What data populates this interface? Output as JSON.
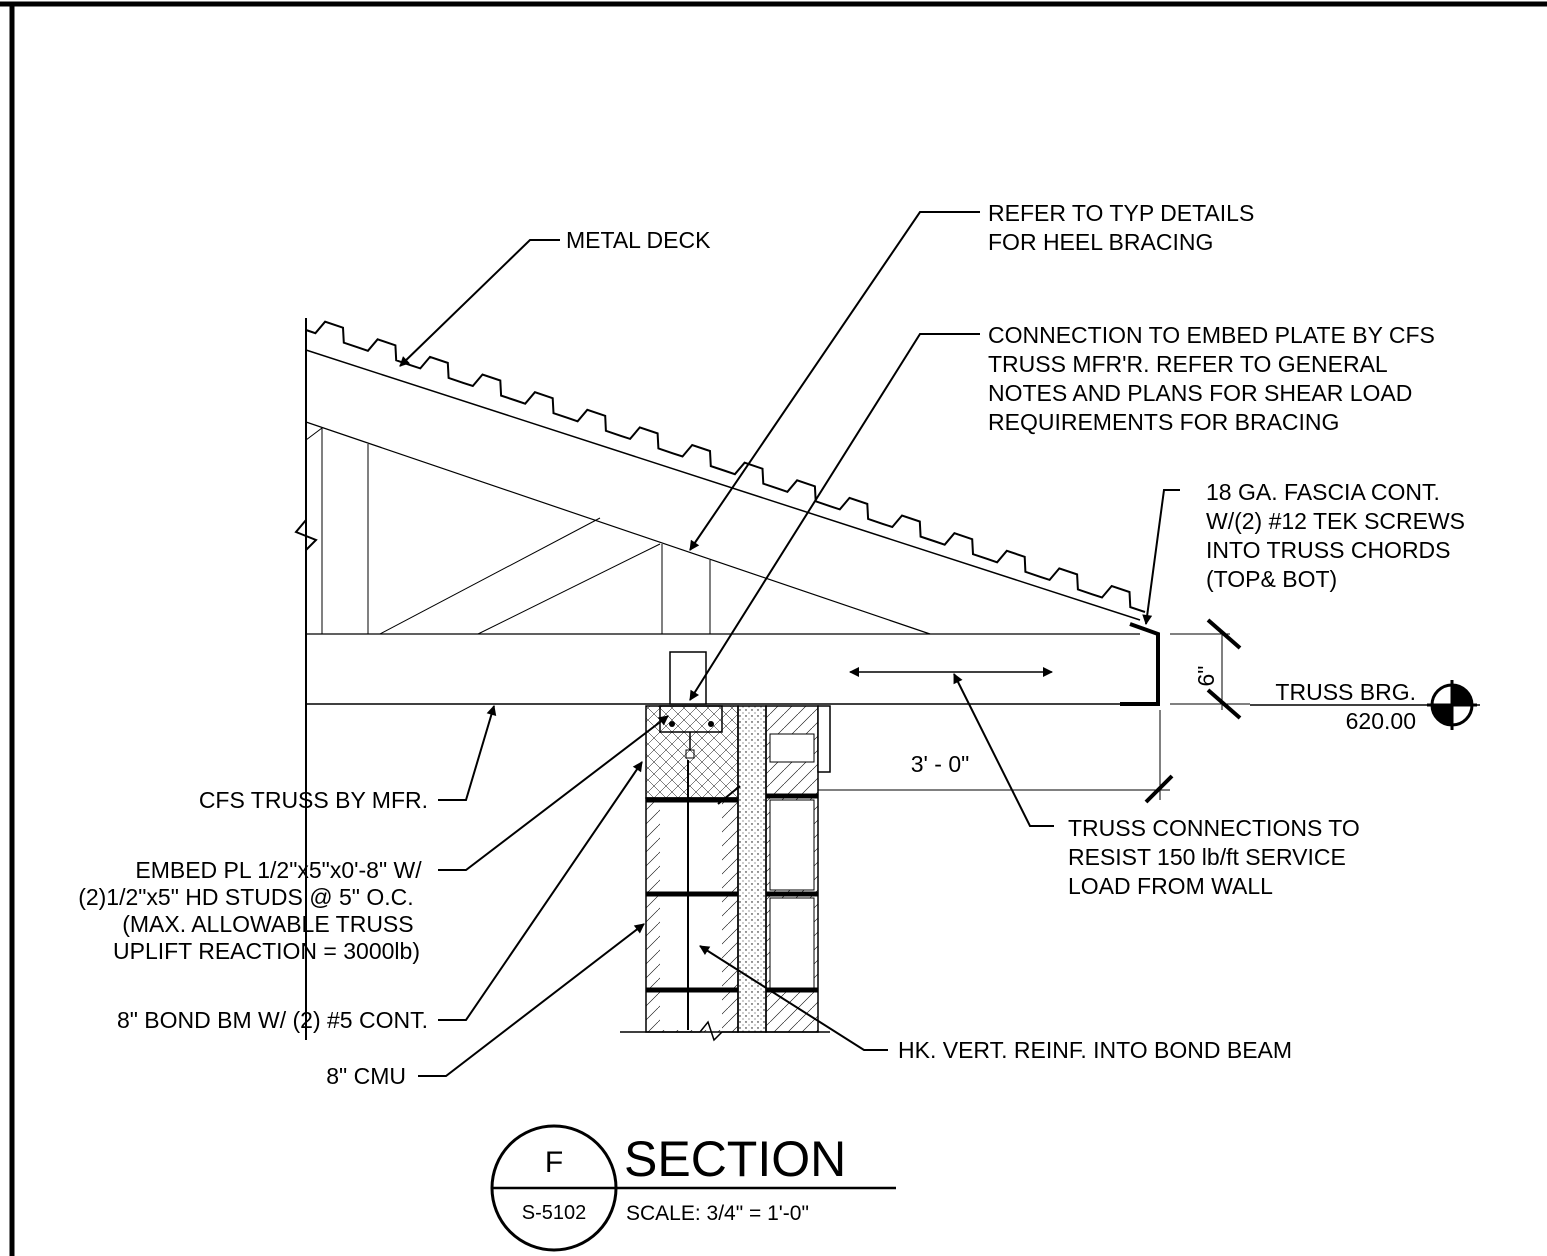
{
  "notes": {
    "metal_deck": "METAL DECK",
    "heel_bracing": [
      "REFER TO TYP DETAILS",
      "FOR HEEL BRACING"
    ],
    "embed_connection": [
      "CONNECTION TO EMBED PLATE BY CFS",
      "TRUSS MFR'R. REFER TO GENERAL",
      "NOTES AND PLANS FOR SHEAR LOAD",
      "REQUIREMENTS FOR BRACING"
    ],
    "fascia": [
      "18 GA. FASCIA CONT.",
      "W/(2) #12 TEK SCREWS",
      "INTO TRUSS CHORDS",
      "(TOP& BOT)"
    ],
    "cfs_truss": "CFS TRUSS BY MFR.",
    "embed_plate": [
      "EMBED PL 1/2\"x5\"x0'-8\" W/",
      "(2)1/2\"x5\" HD STUDS @ 5\" O.C.",
      "(MAX. ALLOWABLE TRUSS",
      "UPLIFT REACTION = 3000lb)"
    ],
    "bond_beam": "8\" BOND BM W/ (2) #5 CONT.",
    "cmu": "8\" CMU",
    "truss_connections": [
      "TRUSS CONNECTIONS TO",
      "RESIST 150 lb/ft SERVICE",
      "LOAD FROM WALL"
    ],
    "vert_reinf": "HK. VERT. REINF. INTO BOND BEAM"
  },
  "dimensions": {
    "height": "6\"",
    "length": "3' - 0\""
  },
  "elevation_marker": {
    "label": "TRUSS BRG.",
    "value": "620.00"
  },
  "title_block": {
    "detail_id": "F",
    "sheet": "S-5102",
    "title": "SECTION",
    "scale": "SCALE:  3/4\" = 1'-0\""
  }
}
